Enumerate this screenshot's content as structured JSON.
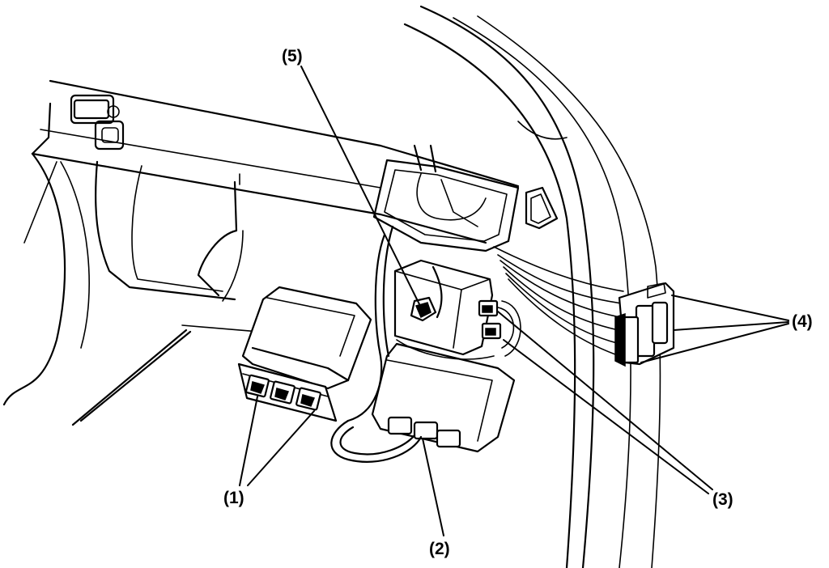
{
  "callouts": [
    {
      "id": "1",
      "label": "(1)"
    },
    {
      "id": "2",
      "label": "(2)"
    },
    {
      "id": "3",
      "label": "(3)"
    },
    {
      "id": "4",
      "label": "(4)"
    },
    {
      "id": "5",
      "label": "(5)"
    }
  ],
  "colors": {
    "ink": "#000000",
    "background": "#ffffff"
  }
}
